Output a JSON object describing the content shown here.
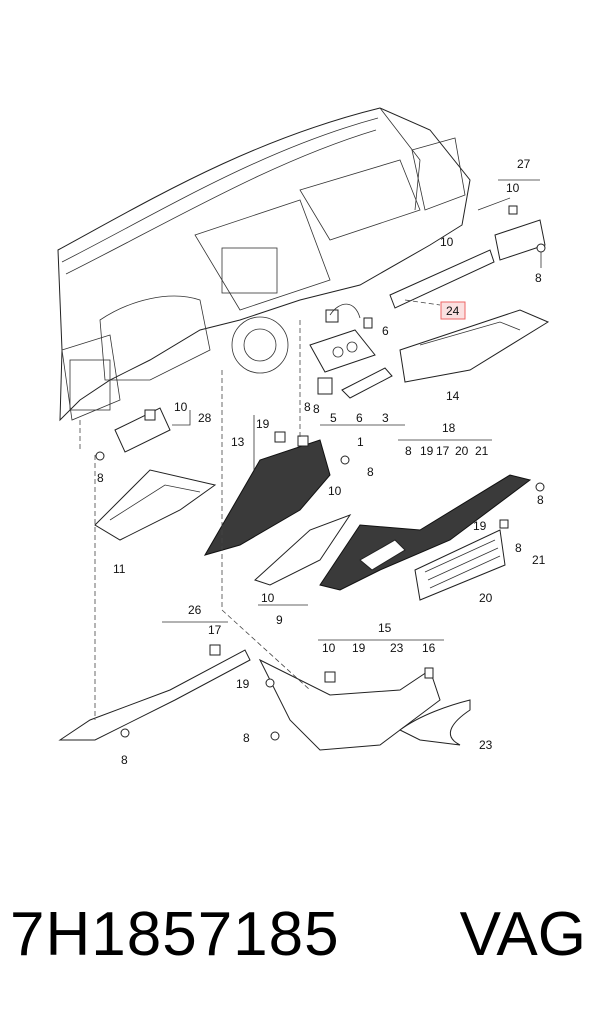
{
  "callouts": {
    "c27": "27",
    "c10a": "10",
    "c8a": "8",
    "c10b": "10",
    "c24": "24",
    "c6": "6",
    "c5": "5",
    "c6b": "6",
    "c3": "3",
    "c1": "1",
    "c14": "14",
    "c8b": "8",
    "c10c": "10",
    "c28": "28",
    "c8c": "8",
    "c19a": "19",
    "c8d": "8",
    "c13": "13",
    "c8e": "8",
    "c10d": "10",
    "c11": "11",
    "c18": "18",
    "c8f": "8",
    "c19b": "19",
    "c17a": "17",
    "c20a": "20",
    "c21a": "21",
    "c8g": "8",
    "c19c": "19",
    "c8h": "8",
    "c21b": "21",
    "c20b": "20",
    "c10e": "10",
    "c9": "9",
    "c26": "26",
    "c17b": "17",
    "c15": "15",
    "c10f": "10",
    "c19d": "19",
    "c23a": "23",
    "c16": "16",
    "c19e": "19",
    "c8i": "8",
    "c8j": "8",
    "c23b": "23"
  },
  "footer": {
    "part_number": "7H1857185",
    "brand": "VAG"
  },
  "highlight_color": "#e66666"
}
